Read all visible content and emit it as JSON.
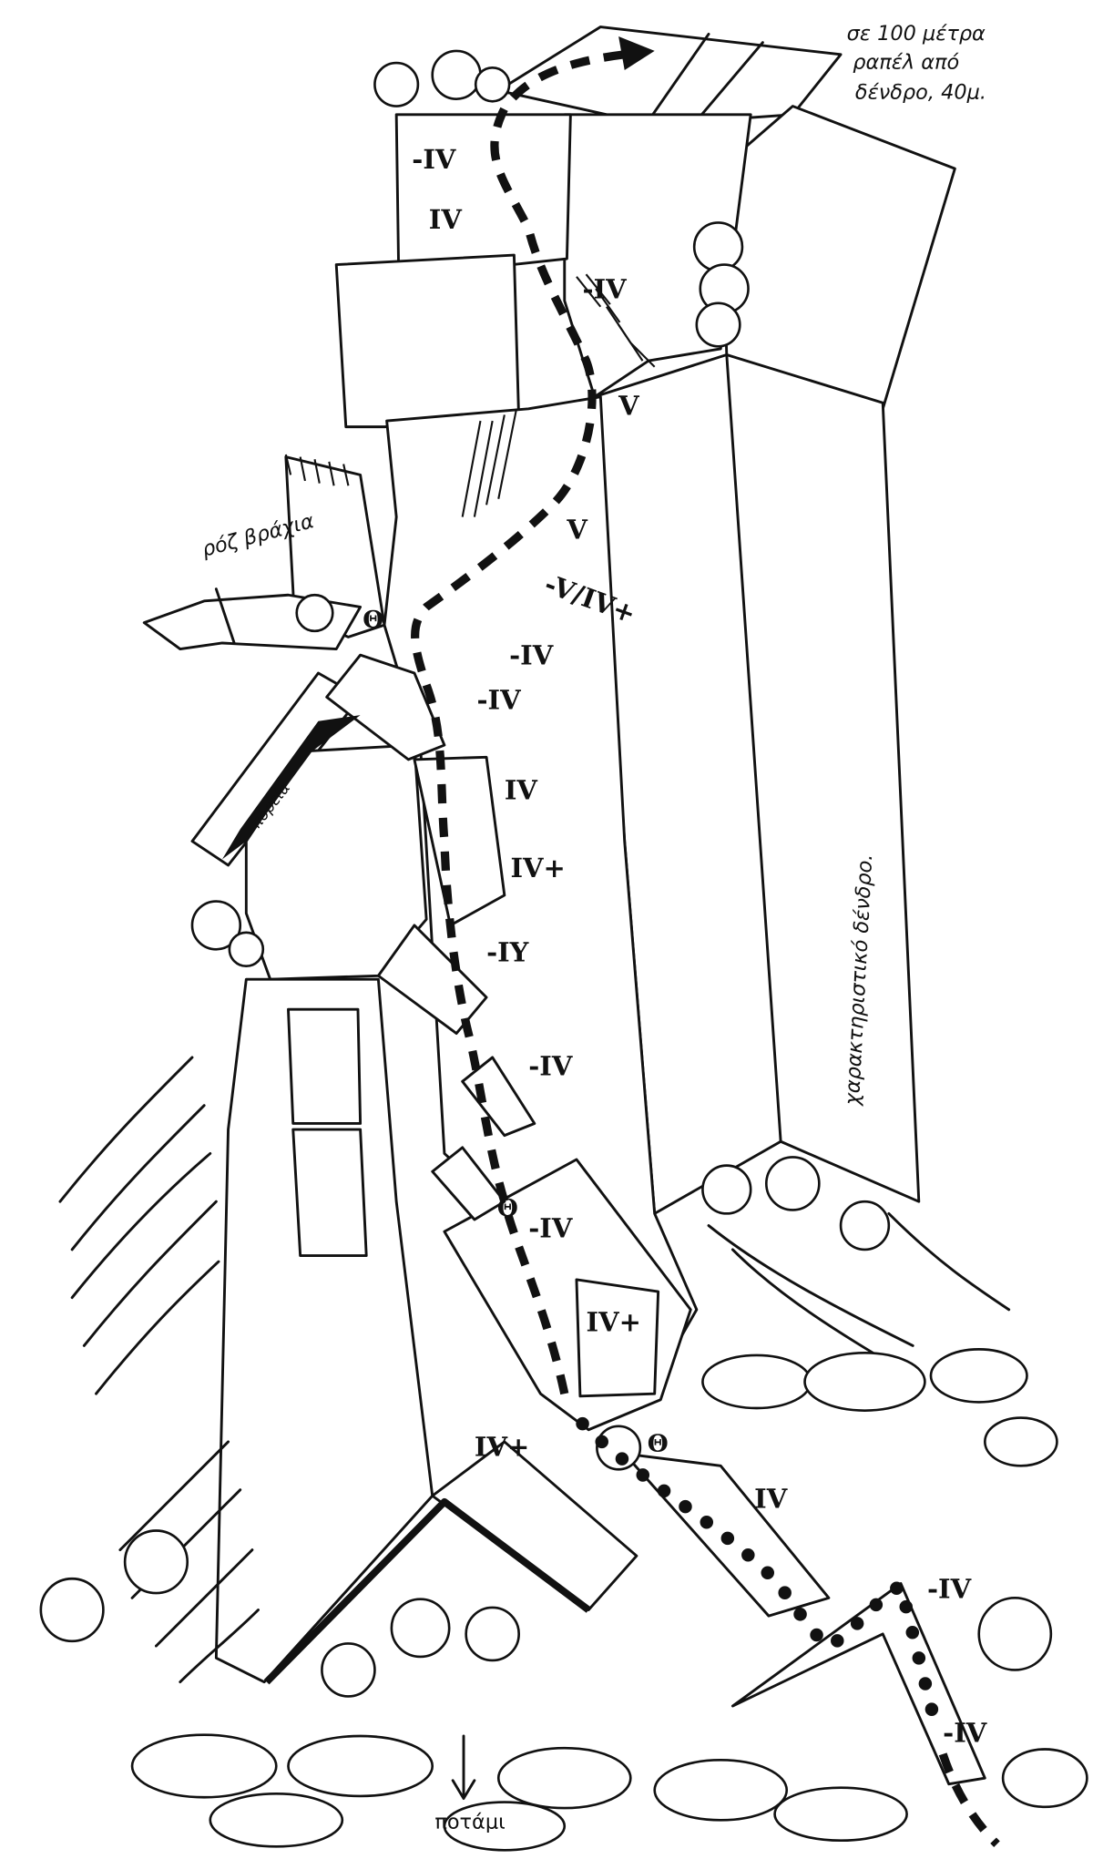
{
  "notes": {
    "top_line1": "σε 100 μέτρα",
    "top_line2": "ραπέλ από",
    "top_line3": "δένδρο, 40μ.",
    "pink_rocks": "ρόζ βράχια",
    "ledge": "πορεία",
    "tree_landmark": "χαρακτηριστικό δένδρο.",
    "river": "ποτάμι"
  },
  "grades": [
    "-IV",
    "IV",
    "-IV",
    "V",
    "V",
    "-V/IV+",
    "-IV",
    "-IV",
    "IV",
    "IV+",
    "-IY",
    "-IV",
    "-IV",
    "IV+",
    "IV+",
    "IV",
    "-IV",
    "-IV"
  ],
  "belays": [
    "Θ",
    "Θ",
    "Θ"
  ]
}
